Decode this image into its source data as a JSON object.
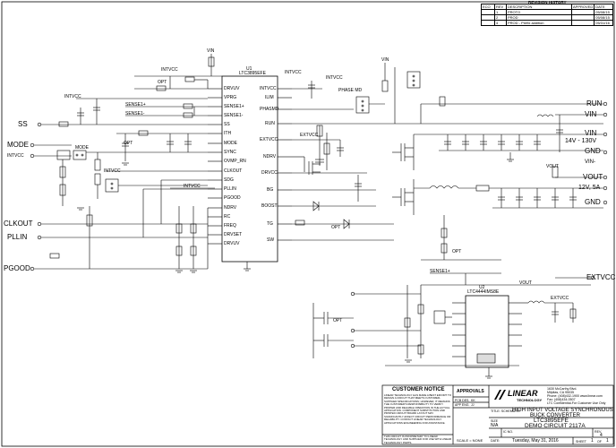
{
  "revision": {
    "title": "REVISION HISTORY",
    "headers": [
      "ECO",
      "REV",
      "DESCRIPTION",
      "APPROVED",
      "DATE"
    ],
    "rows": [
      [
        "",
        "1",
        "PROTO",
        "",
        "05/08/15"
      ],
      [
        "",
        "2",
        "PROD",
        "",
        "05/08/15"
      ],
      [
        "",
        "4",
        "PROD - Prefix addition",
        "",
        "05/31/16"
      ]
    ]
  },
  "terminals": {
    "ss": "SS",
    "mode": "MODE",
    "intvcc": "INTVCC",
    "clkout": "CLKOUT",
    "pllin": "PLLIN",
    "pgood": "PGOOD",
    "run": "RUN",
    "vin": "VIN",
    "gnd": "GND",
    "vin_range": "14V - 130V",
    "vout": "VOUT",
    "vout_spec": "12V, 5A",
    "extvcc": "EXTVCC",
    "vin_neg": "VIN-"
  },
  "ic1": {
    "ref": "U1",
    "part": "LTC3895EFE",
    "left_pins": [
      "DRVUV",
      "VPRG",
      "SENSE1+",
      "SENSE1-",
      "SS",
      "ITH",
      "MODE",
      "SYNC",
      "OVMP_RN",
      "CLKOUT",
      "SDG",
      "PLLIN",
      "PGOOD",
      "NDRV",
      "RC",
      "FREQ",
      "DRVSET",
      "DRVUV"
    ],
    "right_pins": [
      "INTVCC",
      "ILIM",
      "PHASMD",
      "RUN",
      "EXTVCC",
      "NDRV",
      "DRVCC",
      "BG",
      "BOOST",
      "TG",
      "SW"
    ]
  },
  "ic2": {
    "ref": "U2",
    "part": "LTC4444IMS8E"
  },
  "labels": {
    "phase_mode": "PHASE MD",
    "mode": "MODE",
    "sense1p": "SENSE1+",
    "sense1n": "SENSE1-",
    "vin": "VIN",
    "intvcc": "INTVCC",
    "extvcc": "EXTVCC",
    "vout": "VOUT",
    "opt": "OPT"
  },
  "notice": {
    "title": "CUSTOMER NOTICE",
    "body": "LINEAR TECHNOLOGY HAS MADE A BEST EFFORT TO DESIGN A CIRCUIT THAT MEETS CUSTOMER-SUPPLIED SPECIFICATIONS; HOWEVER, IT REMAINS THE CUSTOMER'S RESPONSIBILITY TO VERIFY PROPER AND RELIABLE OPERATION IN THE ACTUAL APPLICATION. COMPONENT SUBSTITUTION AND PRINTED CIRCUIT BOARD LAYOUT MAY SIGNIFICANTLY AFFECT CIRCUIT PERFORMANCE OR RELIABILITY. CONTACT LINEAR TECHNOLOGY APPLICATIONS ENGINEERING FOR ASSISTANCE.",
    "footer": "THIS CIRCUIT IS PROPRIETARY TO LINEAR TECHNOLOGY AND SUPPLIED FOR USE WITH LINEAR TECHNOLOGY PARTS."
  },
  "approvals": {
    "title": "APPROVALS",
    "pcb_des": "PCB DES.",
    "app_eng": "APP ENG.",
    "pcb_val": "KK",
    "app_val": "JJ",
    "scale": "SCALE = NONE"
  },
  "company": {
    "name": "LINEAR",
    "tech": "TECHNOLOGY",
    "address": [
      "1630 McCarthy Blvd.",
      "Milpitas, CA 95035",
      "Phone: (408)432-1900  www.linear.com",
      "Fax: (408)434-0507",
      "LTC Confidential-For Customer Use Only"
    ]
  },
  "title_block": {
    "title_label": "TITLE: SCHEMATIC",
    "title1": "HIGH INPUT VOLTAGE SYNCHRONOUS",
    "title2": "BUCK CONVERTER",
    "part": "LTC3895EFE",
    "demo": "DEMO CIRCUIT 2117A",
    "size_label": "SIZE",
    "size": "N/A",
    "ic_no_label": "IC NO.",
    "rev_label": "REV.",
    "rev": "4",
    "date_label": "DATE:",
    "date": "Tuesday, May 31, 2016",
    "sheet": "SHEET",
    "sheet_num": "1",
    "of": "OF",
    "sheet_total": "1"
  }
}
